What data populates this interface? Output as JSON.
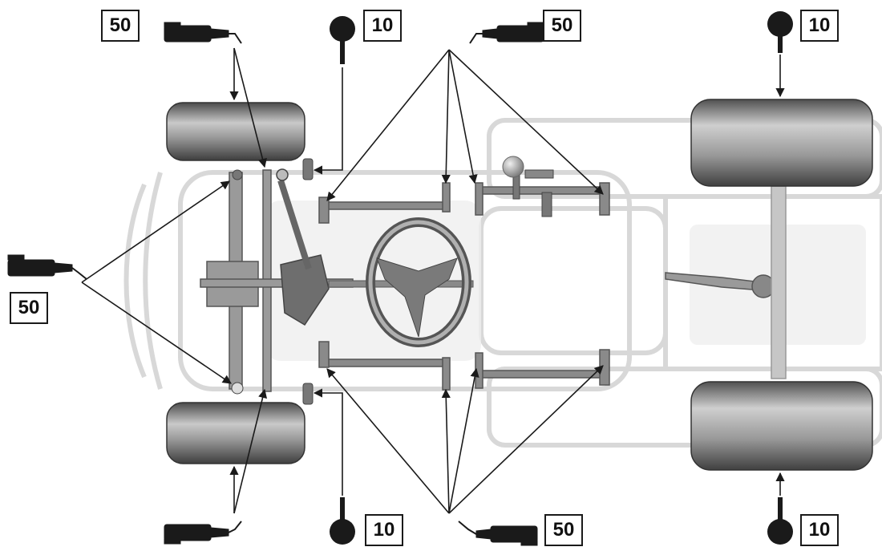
{
  "colors": {
    "ink": "#1a1a1a",
    "tire_dark": "#555555",
    "tire_light": "#c8c8c8",
    "chassis_ghost": "#dcdcdc",
    "part_grey": "#8a8a8a"
  },
  "icons": {
    "grease_gun": "grease-gun-icon",
    "oil_can": "oil-drop-icon"
  },
  "labels": {
    "grease_top_left": "50",
    "oil_top_center": "10",
    "grease_top_center": "50",
    "oil_top_right": "10",
    "grease_left": "50",
    "oil_bottom_center": "10",
    "grease_bottom_center": "50",
    "oil_bottom_right": "10"
  }
}
